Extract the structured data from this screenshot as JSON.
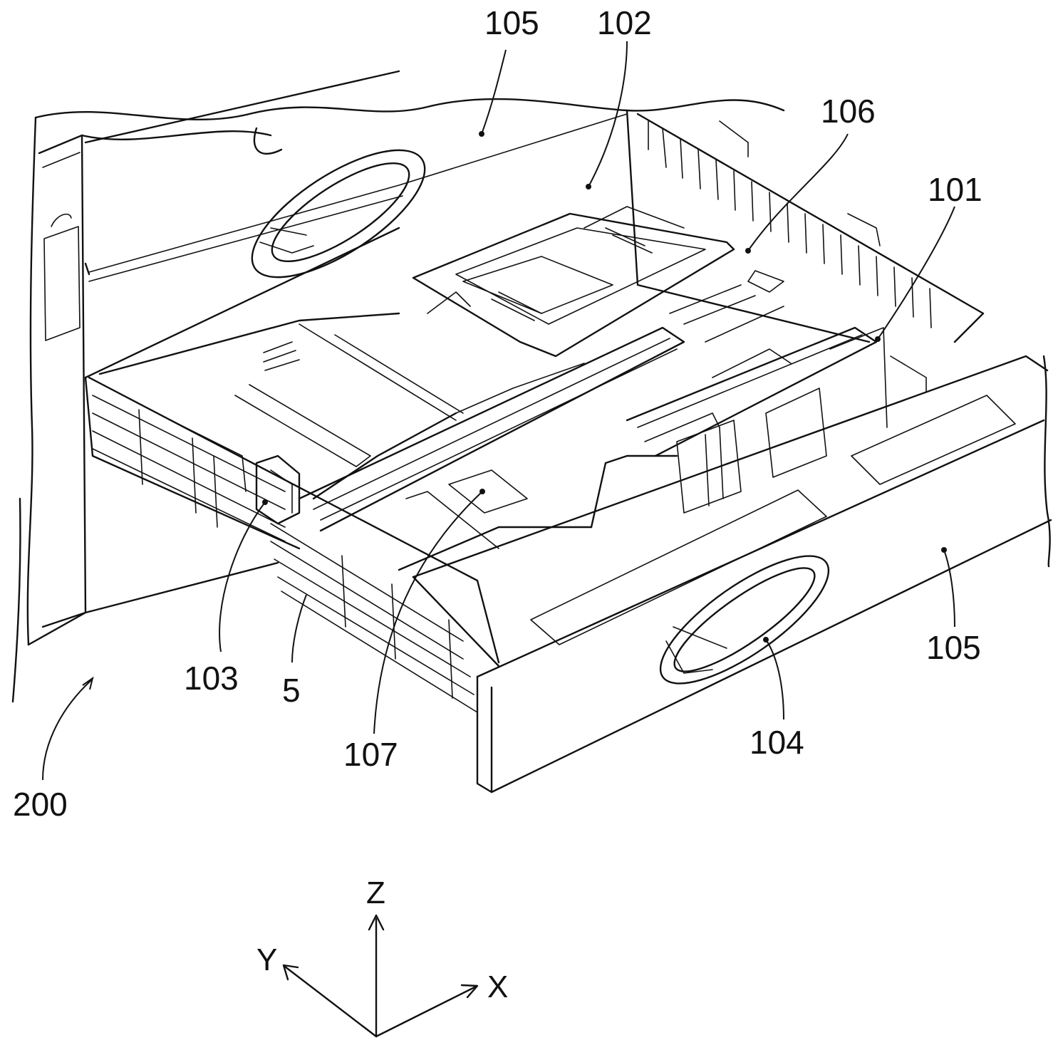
{
  "figure": {
    "reference_numerals": {
      "upper_cover": "105",
      "lift_plate_area": "102",
      "tray_bottom": "106",
      "rear_guide": "101",
      "side_regulator": "103",
      "tray_unit": "5",
      "slide_rail": "107",
      "handle": "104",
      "front_cover": "105",
      "apparatus_body": "200"
    },
    "axes": {
      "z": "Z",
      "y": "Y",
      "x": "X"
    }
  }
}
